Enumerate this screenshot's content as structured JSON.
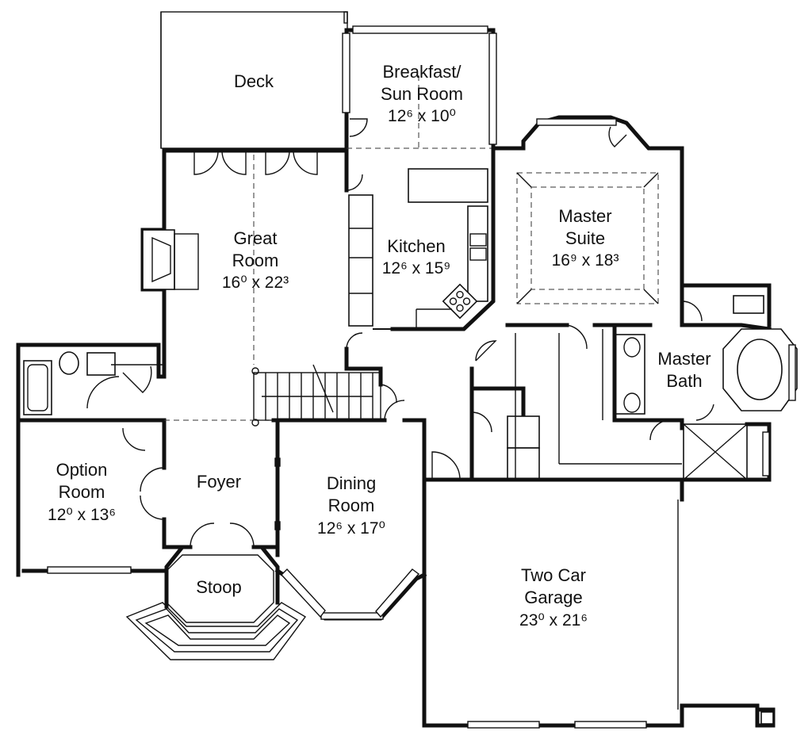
{
  "rooms": {
    "deck": {
      "name": "Deck"
    },
    "breakfast": {
      "name_line1": "Breakfast/",
      "name_line2": "Sun Room",
      "dims": "12⁶ x 10⁰"
    },
    "great_room": {
      "name_line1": "Great",
      "name_line2": "Room",
      "dims": "16⁰ x 22³"
    },
    "kitchen": {
      "name": "Kitchen",
      "dims": "12⁶ x 15⁹"
    },
    "master_suite": {
      "name_line1": "Master",
      "name_line2": "Suite",
      "dims": "16⁹ x 18³"
    },
    "master_bath": {
      "name_line1": "Master",
      "name_line2": "Bath"
    },
    "option_room": {
      "name_line1": "Option",
      "name_line2": "Room",
      "dims": "12⁰ x 13⁶"
    },
    "foyer": {
      "name": "Foyer"
    },
    "dining_room": {
      "name_line1": "Dining",
      "name_line2": "Room",
      "dims": "12⁶ x 17⁰"
    },
    "stoop": {
      "name": "Stoop"
    },
    "garage": {
      "name_line1": "Two Car",
      "name_line2": "Garage",
      "dims": "23⁰ x 21⁶"
    }
  }
}
